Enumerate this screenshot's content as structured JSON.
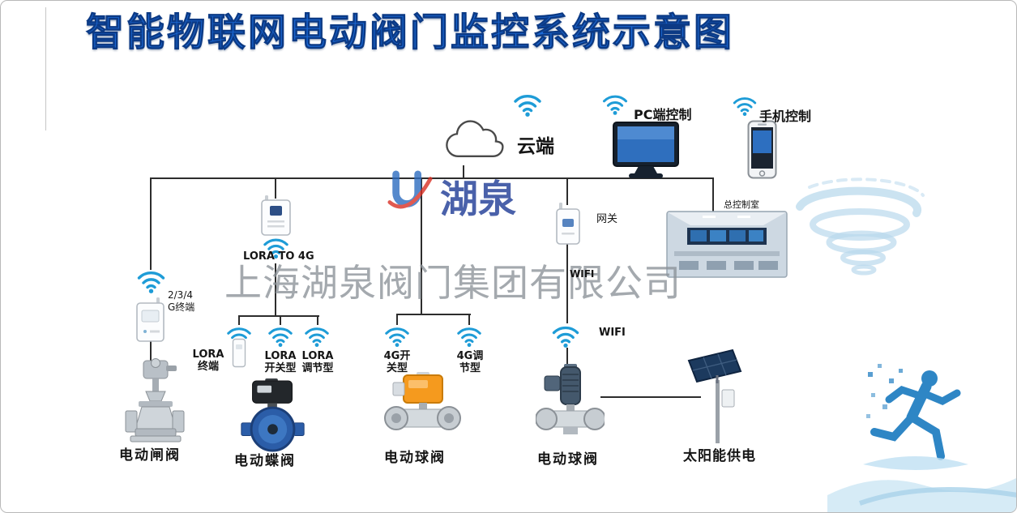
{
  "title": "智能物联网电动阀门监控系统示意图",
  "watermark": {
    "logo_text": "湖泉",
    "company": "上海湖泉阀门集团有限公司"
  },
  "top_nodes": {
    "cloud": "云端",
    "pc": "PC端控制",
    "phone": "手机控制"
  },
  "network": {
    "lora_to_4g": "LORA TO 4G",
    "gateway": "网关",
    "control_room": "总控制室",
    "g234_line1": "2/3/4",
    "g234_line2": "G终端",
    "wifi_on_line": "WIFI",
    "wifi_branch": "WIFI"
  },
  "branch_labels": [
    {
      "line1": "LORA",
      "line2": "终端"
    },
    {
      "line1": "LORA",
      "line2": "开关型"
    },
    {
      "line1": "LORA",
      "line2": "调节型"
    },
    {
      "line1": "4G开",
      "line2": "关型"
    },
    {
      "line1": "4G调",
      "line2": "节型"
    }
  ],
  "device_labels": [
    "电动闸阀",
    "电动蝶阀",
    "电动球阀",
    "电动球阀",
    "太阳能供电"
  ],
  "colors": {
    "title-blue": "#1b6ad8",
    "wifi-blue": "#1e9cd7",
    "line-dark": "#2d2d2d",
    "actuator-orange": "#f59a1e",
    "disc-blue": "#2b5da8",
    "watermark-gray": "#8b9298",
    "logo-navy": "#1d3a95",
    "decor-blue": "#2e86c5"
  }
}
